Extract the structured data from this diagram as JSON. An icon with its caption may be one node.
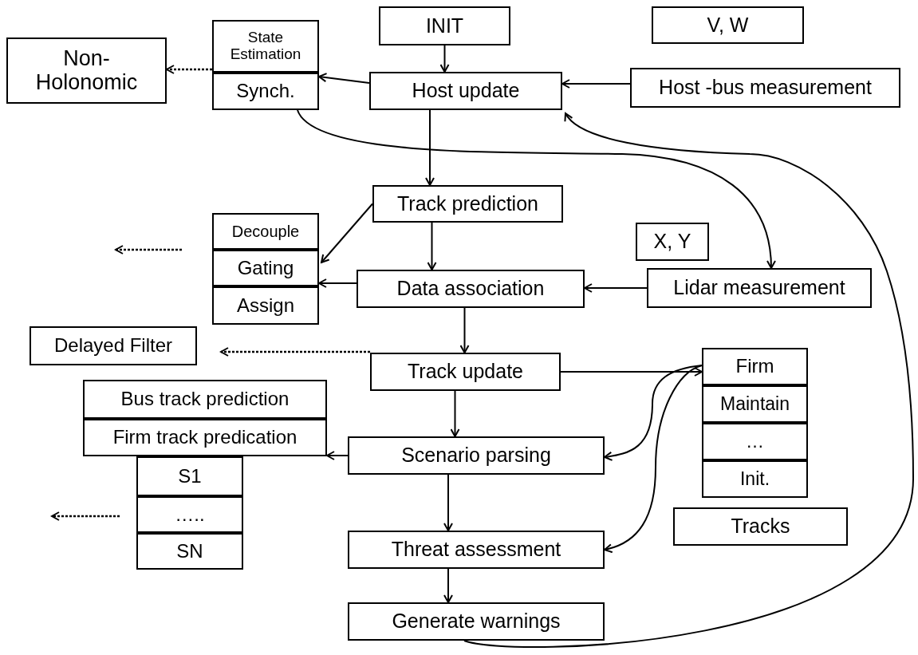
{
  "diagram": {
    "nodes": [
      {
        "text": [
          "INIT"
        ]
      },
      {
        "text": [
          "V, W"
        ]
      },
      {
        "text": [
          "Non- Holonomic"
        ]
      },
      {
        "text": [
          "State Estimation"
        ]
      },
      {
        "text": [
          "Synch."
        ]
      },
      {
        "text": [
          "Host update"
        ]
      },
      {
        "text": [
          "Host -bus measurement"
        ]
      },
      {
        "text": [
          "Track prediction"
        ]
      },
      {
        "text": [
          "Decouple"
        ]
      },
      {
        "text": [
          "X, Y"
        ]
      },
      {
        "text": [
          "Gating"
        ]
      },
      {
        "text": [
          "Data association"
        ]
      },
      {
        "text": [
          "Lidar measurement"
        ]
      },
      {
        "text": [
          "Assign"
        ]
      },
      {
        "text": [
          "Delayed Filter"
        ]
      },
      {
        "text": [
          "Track update"
        ]
      },
      {
        "text": [
          "Firm"
        ]
      },
      {
        "text": [
          "Bus track prediction"
        ]
      },
      {
        "text": [
          "Maintain"
        ]
      },
      {
        "text": [
          "Firm track predication"
        ]
      },
      {
        "text": [
          "Scenario parsing"
        ]
      },
      {
        "text": [
          "…"
        ]
      },
      {
        "text": [
          "S1"
        ]
      },
      {
        "text": [
          "Init."
        ]
      },
      {
        "text": [
          "….."
        ]
      },
      {
        "text": [
          "Tracks"
        ]
      },
      {
        "text": [
          "Threat assessment"
        ]
      },
      {
        "text": [
          "SN"
        ]
      },
      {
        "text": [
          "Generate warnings"
        ]
      }
    ],
    "edges": [
      {
        "from": 0,
        "to": 5,
        "arrow": "to"
      },
      {
        "from": 6,
        "to": 5,
        "arrow": "to"
      },
      {
        "from": 5,
        "to": 4,
        "arrow": "to"
      },
      {
        "from": 3,
        "to": 2,
        "arrow": "to",
        "style": "dashed"
      },
      {
        "from": 5,
        "to": 7,
        "arrow": "to"
      },
      {
        "from": 4,
        "to": 12,
        "arrow": "to"
      },
      {
        "from": 28,
        "to": 5,
        "arrow": "to"
      },
      {
        "from": 7,
        "to": 10,
        "arrow": "to"
      },
      {
        "from": 7,
        "to": 11,
        "arrow": "to"
      },
      {
        "from": 11,
        "to": 10,
        "arrow": "to"
      },
      {
        "from": 12,
        "to": 11,
        "arrow": "to"
      },
      {
        "from": 15,
        "to": 14,
        "arrow": "to",
        "style": "dashed"
      },
      {
        "from": 11,
        "to": 15,
        "arrow": "to"
      },
      {
        "from": 15,
        "to": 16,
        "arrow": "to"
      },
      {
        "from": 15,
        "to": 20,
        "arrow": "to"
      },
      {
        "from": 16,
        "to": 20,
        "arrow": "to"
      },
      {
        "from": 16,
        "to": 26,
        "arrow": "to"
      },
      {
        "from": 20,
        "to": 19,
        "arrow": "to"
      },
      {
        "from": 20,
        "to": 26,
        "arrow": "to"
      },
      {
        "from": 26,
        "to": 28,
        "arrow": "to"
      }
    ]
  }
}
